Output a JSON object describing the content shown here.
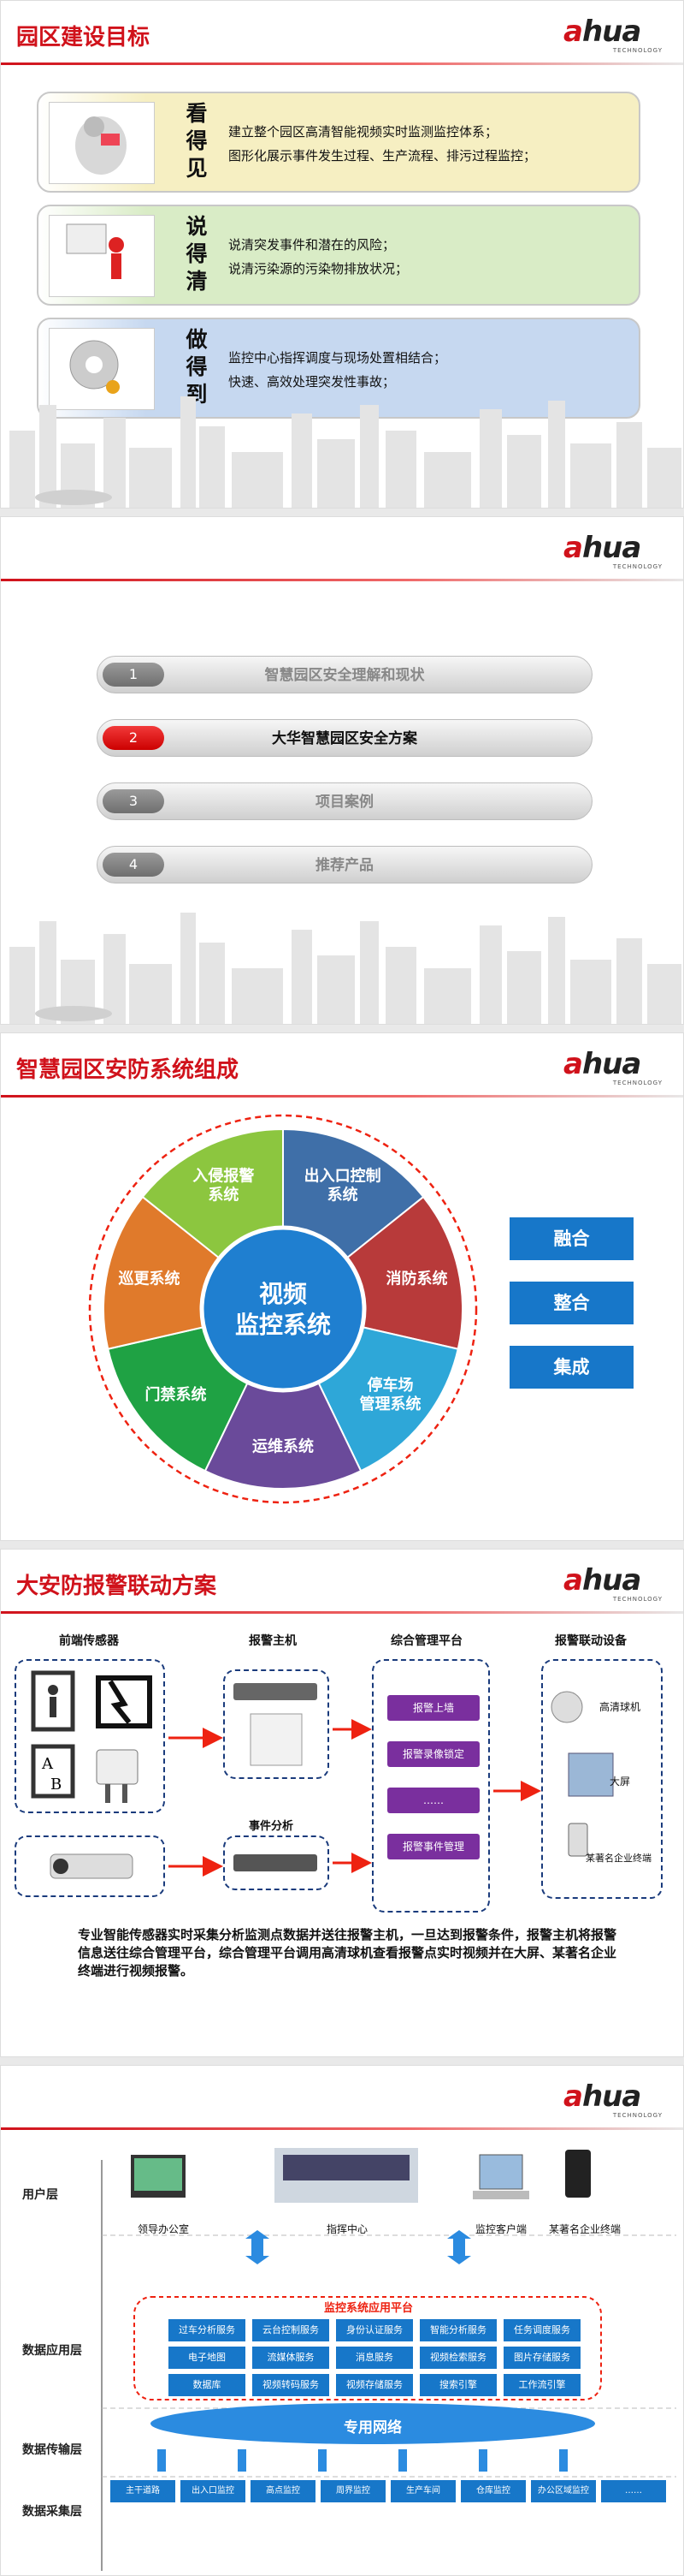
{
  "brand": {
    "logo_text_a": "a",
    "logo_text_b": "hua",
    "logo_sub": "TECHNOLOGY"
  },
  "slide1": {
    "title": "园区建设目标",
    "goals": [
      {
        "v": "看得见",
        "lines": [
          "建立整个园区高清智能视频实时监测监控体系；",
          "图形化展示事件发生过程、生产流程、排污过程监控；"
        ],
        "color": "#f6efc2"
      },
      {
        "v": "说得清",
        "lines": [
          "说清突发事件和潜在的风险；",
          "说清污染源的污染物排放状况；"
        ],
        "color": "#d9ecc6"
      },
      {
        "v": "做得到",
        "lines": [
          "监控中心指挥调度与现场处置相结合；",
          "快速、高效处理突发性事故；"
        ],
        "color": "#c6d8f0"
      }
    ]
  },
  "slide2": {
    "items": [
      {
        "num": "1",
        "label": "智慧园区安全理解和现状",
        "active": false
      },
      {
        "num": "2",
        "label": "大华智慧园区安全方案",
        "active": true
      },
      {
        "num": "3",
        "label": "项目案例",
        "active": false
      },
      {
        "num": "4",
        "label": "推荐产品",
        "active": false
      }
    ]
  },
  "slide3": {
    "title": "智慧园区安防系统组成",
    "center": [
      "视频",
      "监控系统"
    ],
    "segments": [
      {
        "label": [
          "出入口控制",
          "系统"
        ],
        "color": "#3f6fa8"
      },
      {
        "label": [
          "消防系统"
        ],
        "color": "#b83a3a"
      },
      {
        "label": [
          "停车场",
          "管理系统"
        ],
        "color": "#2ea7d8"
      },
      {
        "label": [
          "运维系统"
        ],
        "color": "#6a4a9a"
      },
      {
        "label": [
          "门禁系统"
        ],
        "color": "#1fa244"
      },
      {
        "label": [
          "巡更系统"
        ],
        "color": "#e07a2b"
      },
      {
        "label": [
          "入侵报警",
          "系统"
        ],
        "color": "#8cc63f"
      }
    ],
    "side": [
      "融合",
      "整合",
      "集成"
    ]
  },
  "slide4": {
    "title": "大安防报警联动方案",
    "cols": [
      "前端传感器",
      "报警主机",
      "综合管理平台",
      "报警联动设备"
    ],
    "event": "事件分析",
    "platform": [
      "报警上墙",
      "报警录像锁定",
      "……",
      "报警事件管理"
    ],
    "devices": [
      "高清球机",
      "大屏",
      "某著名企业终端"
    ],
    "desc": "专业智能传感器实时采集分析监测点数据并送往报警主机，一旦达到报警条件，报警主机将报警信息送往综合管理平台，综合管理平台调用高清球机查看报警点实时视频并在大屏、某著名企业终端进行视频报警。"
  },
  "slide5": {
    "layers": [
      "用户层",
      "数据应用层",
      "数据传输层",
      "数据采集层"
    ],
    "users": [
      "领导办公室",
      "指挥中心",
      "监控客户端",
      "某著名企业终端"
    ],
    "platform_title": "监控系统应用平台",
    "services": [
      [
        "过车分析服务",
        "云台控制服务",
        "身份认证服务",
        "智能分析服务",
        "任务调度服务"
      ],
      [
        "电子地图",
        "流媒体服务",
        "消息服务",
        "视频检索服务",
        "图片存储服务"
      ],
      [
        "数据库",
        "视频转码服务",
        "视频存储服务",
        "搜索引擎",
        "工作流引擎"
      ]
    ],
    "network": "专用网络",
    "sites": [
      "主干道路",
      "出入口监控",
      "高点监控",
      "周界监控",
      "生产车间",
      "仓库监控",
      "办公区域监控",
      "……"
    ]
  }
}
